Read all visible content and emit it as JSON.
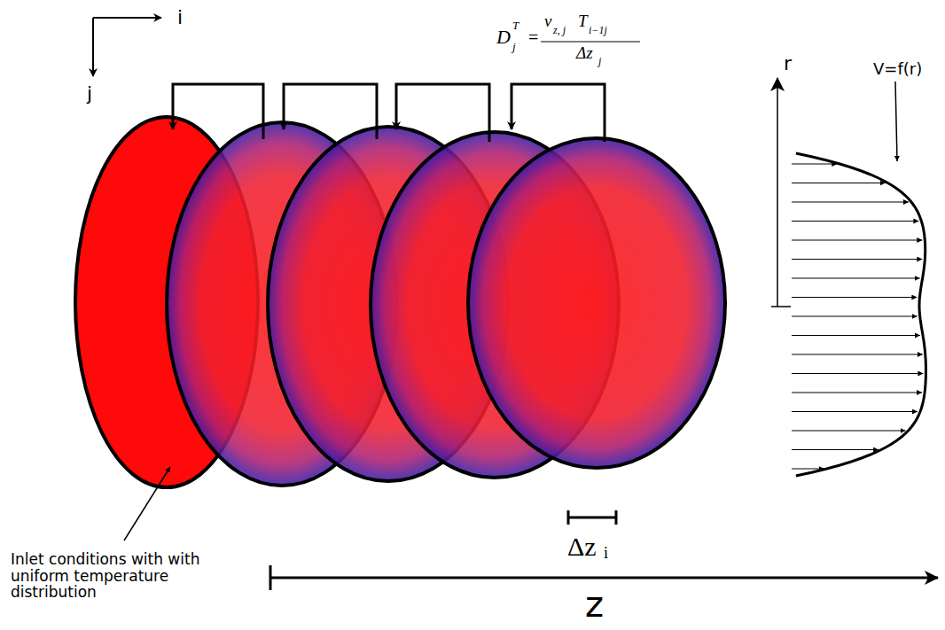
{
  "diagram": {
    "labels": [
      "i",
      "j",
      "D",
      "T",
      "j",
      "=",
      "v",
      "z, j",
      "T",
      "i−1j",
      "Δz",
      "j",
      "r",
      "V=f(r)",
      "Δz",
      "i",
      "z",
      "Inlet conditions with with uniform temperature distribution"
    ]
  }
}
